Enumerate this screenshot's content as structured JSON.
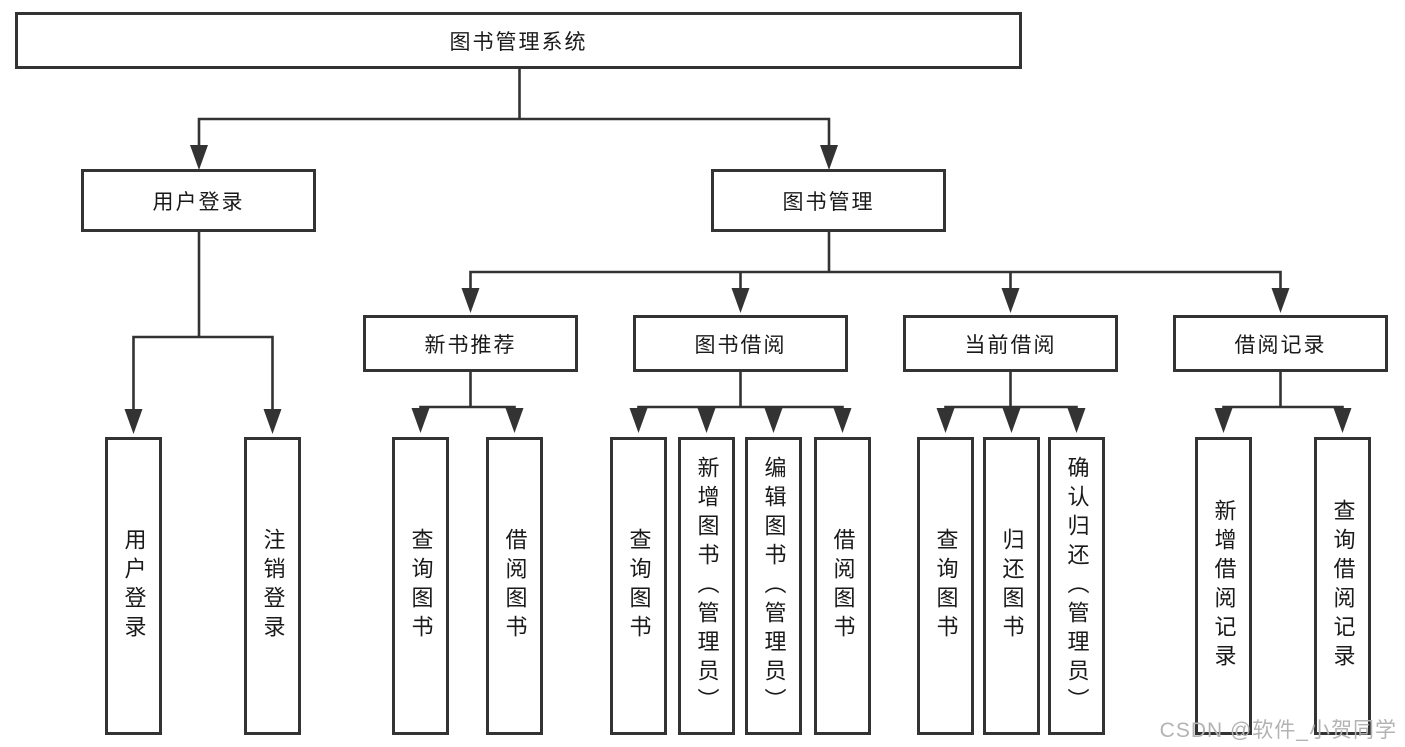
{
  "tree": {
    "label": "图书管理系统",
    "children": [
      {
        "label": "用户登录",
        "children": [
          {
            "label": "用户登录"
          },
          {
            "label": "注销登录"
          }
        ]
      },
      {
        "label": "图书管理",
        "children": [
          {
            "label": "新书推荐",
            "children": [
              {
                "label": "查询图书"
              },
              {
                "label": "借阅图书"
              }
            ]
          },
          {
            "label": "图书借阅",
            "children": [
              {
                "label": "查询图书"
              },
              {
                "label": "新增图书（管理员）"
              },
              {
                "label": "编辑图书（管理员）"
              },
              {
                "label": "借阅图书"
              }
            ]
          },
          {
            "label": "当前借阅",
            "children": [
              {
                "label": "查询图书"
              },
              {
                "label": "归还图书"
              },
              {
                "label": "确认归还（管理员）"
              }
            ]
          },
          {
            "label": "借阅记录",
            "children": [
              {
                "label": "新增借阅记录"
              },
              {
                "label": "查询借阅记录"
              }
            ]
          }
        ]
      }
    ]
  },
  "watermark": {
    "text": "CSDN @软件_小贺同学"
  },
  "colors": {
    "line": "#333333",
    "box_border": "#333333",
    "box_fill": "#ffffff",
    "text": "#1a1a1a",
    "watermark": "#b3b3b3",
    "background": "#ffffff"
  }
}
